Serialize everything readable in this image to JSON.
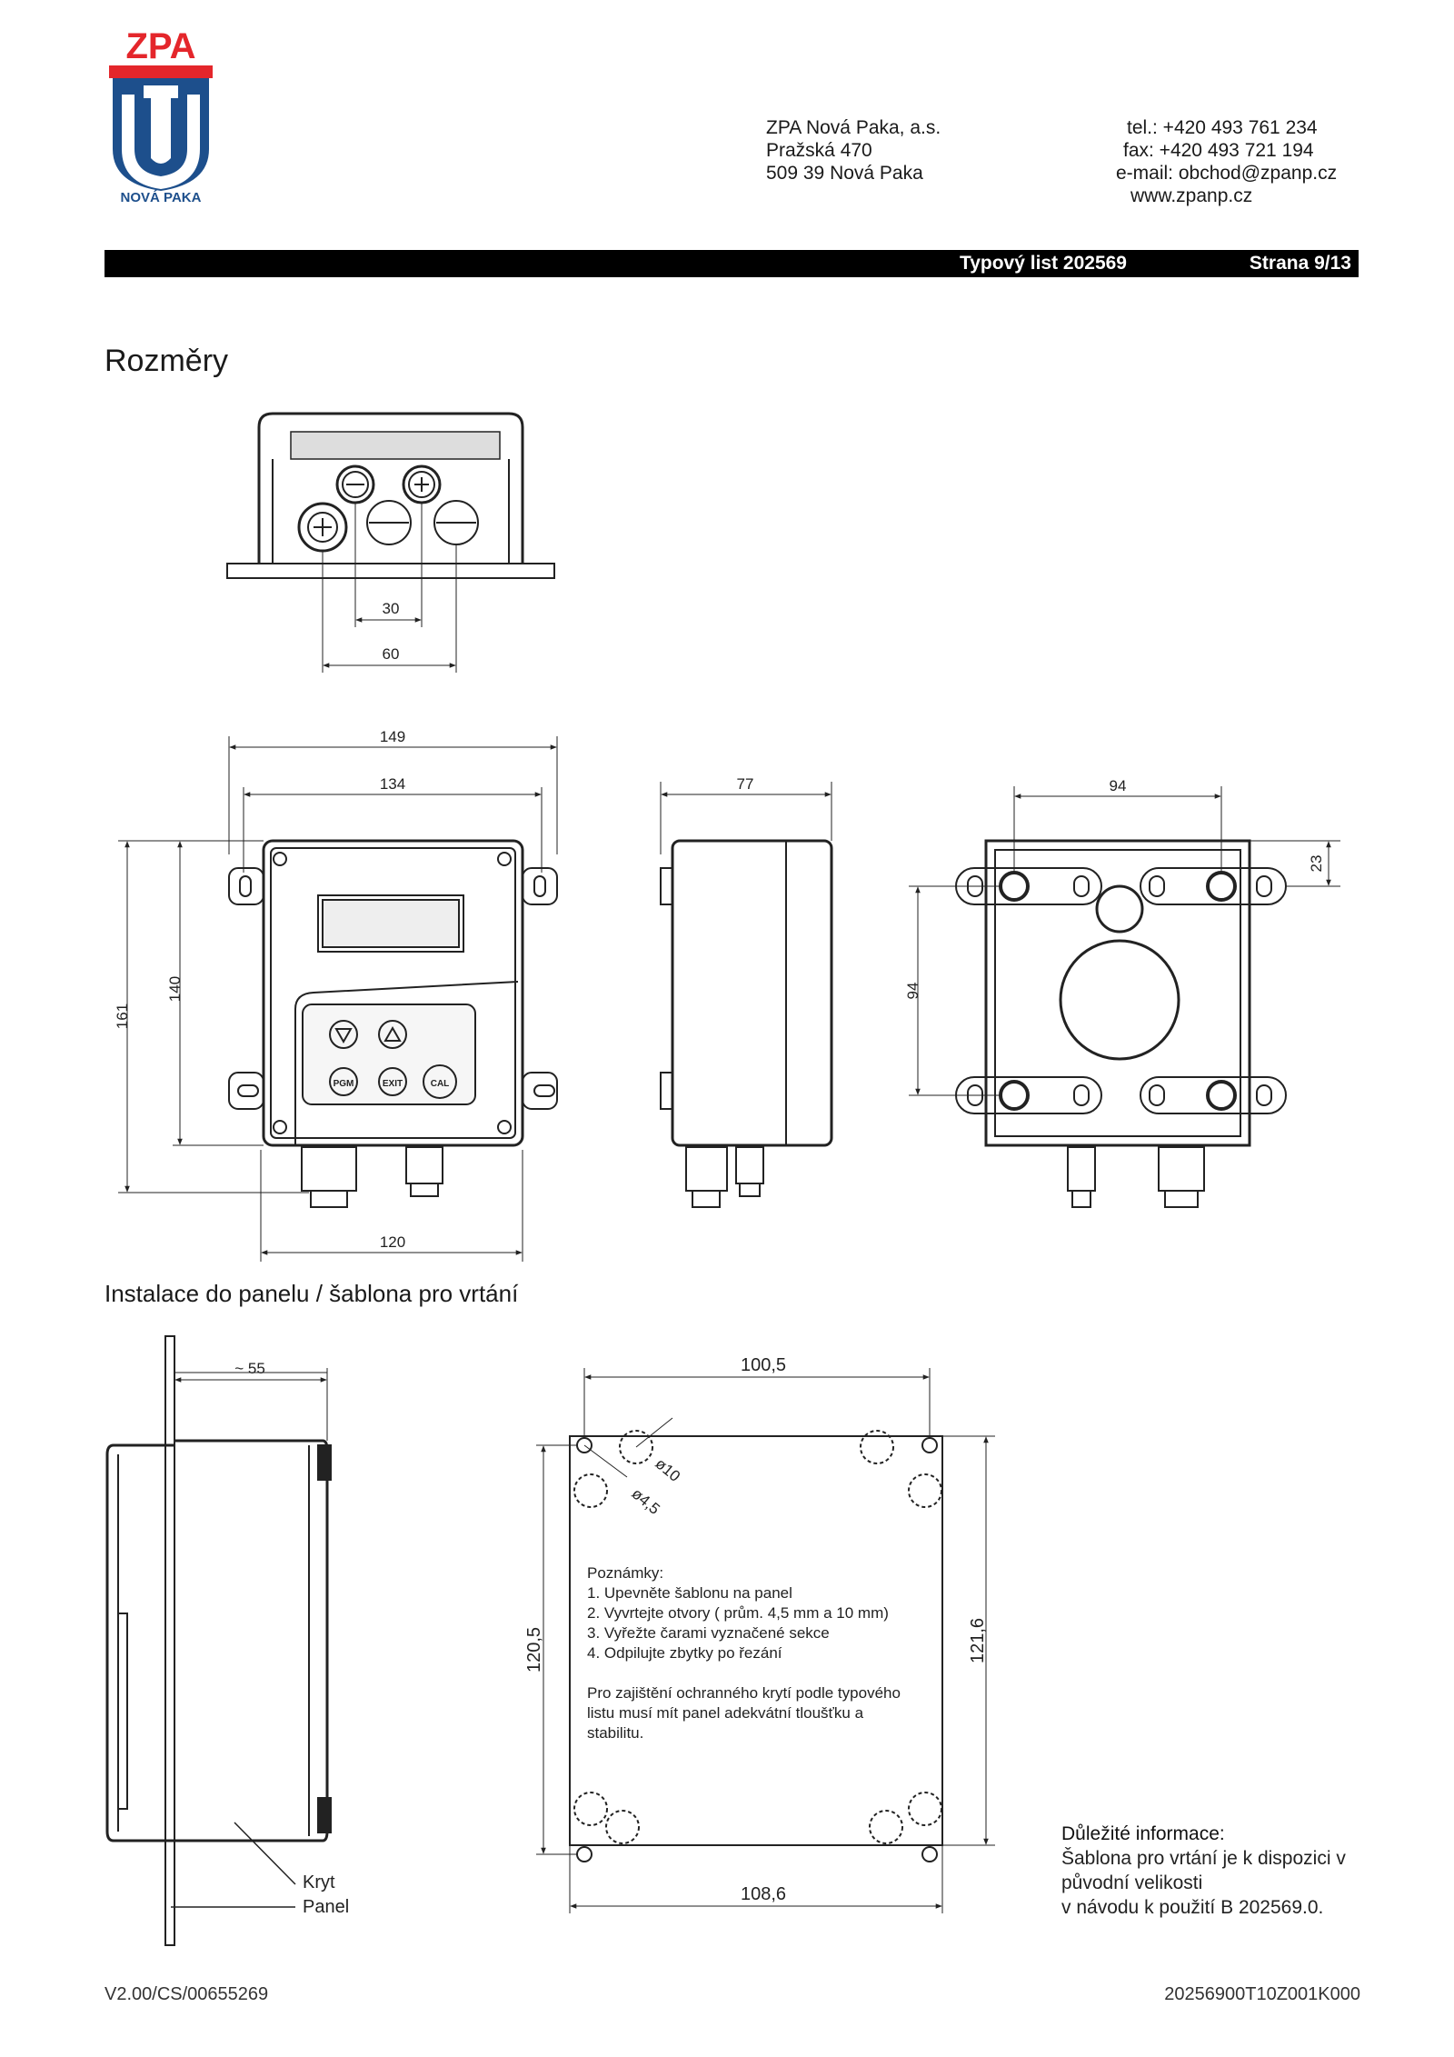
{
  "header": {
    "logo": {
      "brand": "ZPA",
      "place": "NOVÁ PAKA"
    },
    "company": [
      "ZPA Nová Paka, a.s.",
      "Pražská 470",
      "509 39  Nová Paka"
    ],
    "contacts": [
      "tel.: +420 493 761 234",
      "fax: +420 493 721 194",
      "e-mail: obchod@zpanp.cz",
      "www.zpanp.cz"
    ],
    "doc_title": "Typový list 202569",
    "page": "Strana 9/13"
  },
  "sections": {
    "dimensions": "Rozměry",
    "installation": "Instalace do panelu / šablona pro vrtání"
  },
  "dimensions": {
    "top_view": {
      "d30": "30",
      "d60": "60"
    },
    "front_view": {
      "w149": "149",
      "w134": "134",
      "w120": "120",
      "h161": "161",
      "h140": "140",
      "buttons": [
        "PGM",
        "EXIT",
        "CAL"
      ]
    },
    "side_view": {
      "d77": "77"
    },
    "back_view": {
      "w94": "94",
      "h94": "94",
      "d23": "23"
    }
  },
  "installation": {
    "panel_side": {
      "d55": "~ 55",
      "cover_label": "Kryt",
      "panel_label": "Panel"
    },
    "template": {
      "w_top": "100,5",
      "w_bottom": "108,6",
      "h_left": "120,5",
      "h_right": "121,6",
      "dia10": "ø10",
      "dia45": "ø4,5"
    },
    "notes": [
      "Poznámky:",
      "1. Upevněte šablonu na panel",
      "2. Vyvrtejte otvory ( prům. 4,5 mm a 10 mm)",
      "3. Vyřežte čarami vyznačené sekce",
      "4. Odpilujte zbytky po řezání",
      "",
      "Pro zajištění ochranného krytí podle typového",
      "listu musí mít panel adekvátní tloušťku a",
      "stabilitu."
    ],
    "important_title": "Důležité informace:",
    "important_lines": [
      "Šablona pro vrtání je k dispozici v",
      "původní velikosti",
      "v návodu k použití B 202569.0."
    ]
  },
  "footer": {
    "left": "V2.00/CS/00655269",
    "right": "20256900T10Z001K000"
  },
  "colors": {
    "brand_red": "#e4262b",
    "brand_blue": "#1d4f8c"
  }
}
